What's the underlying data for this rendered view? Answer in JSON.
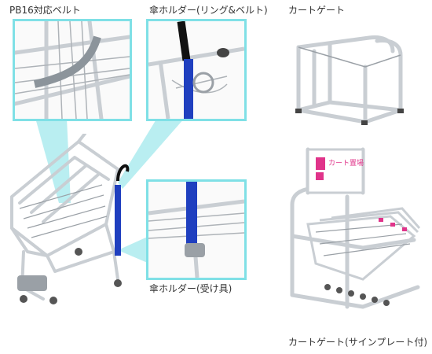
{
  "labels": {
    "belt": "PB16対応ベルト",
    "umbrella_ring_belt": "傘ホルダー(リング&ベルト)",
    "cart_gate": "カートゲート",
    "umbrella_receiver": "傘ホルダー(受け具)",
    "cart_gate_sign": "カートゲート(サインプレート付)"
  },
  "sign": {
    "text": "カート置場",
    "accent_color": "#e0348a"
  },
  "colors": {
    "callout": "#7fe0e6",
    "frame_metal": "#d7dadd",
    "frame_metal_dark": "#9aa0a6",
    "belt_blue": "#1f3fbf",
    "belt_black": "#111111"
  }
}
